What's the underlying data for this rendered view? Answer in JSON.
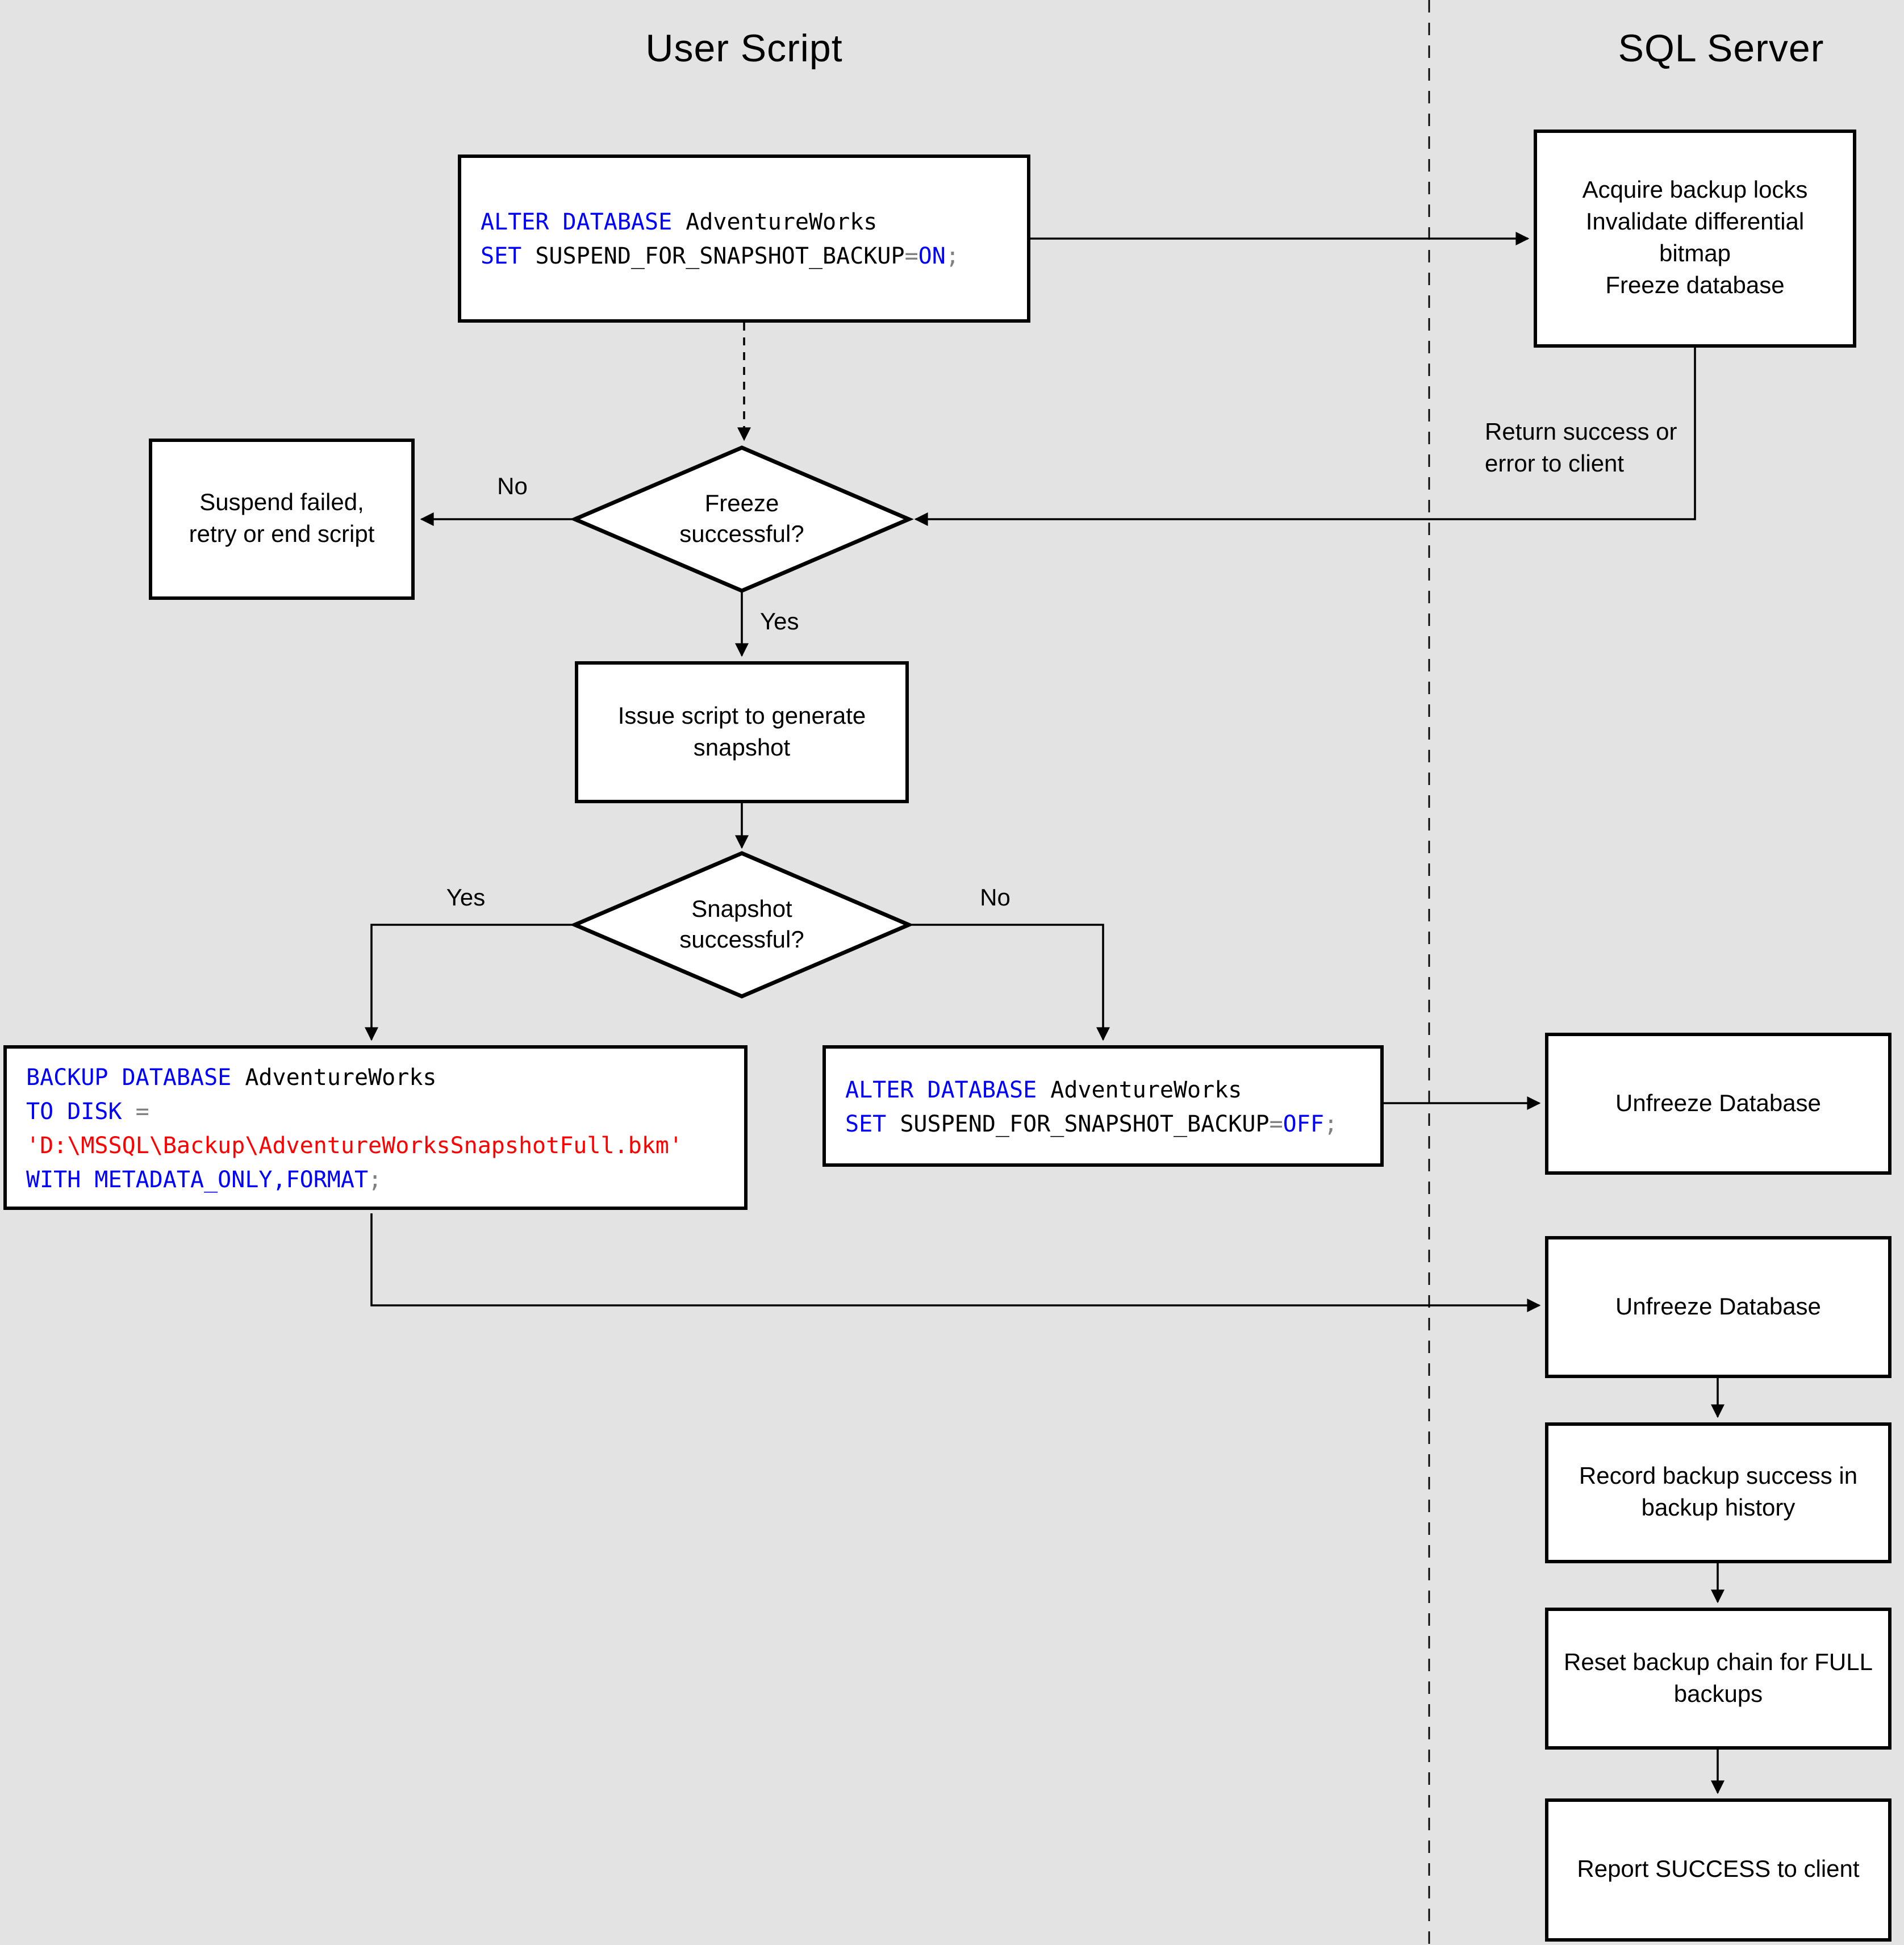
{
  "lanes": {
    "left_title": "User Script",
    "right_title": "SQL Server"
  },
  "colors": {
    "background": "#e3e3e3",
    "node_fill": "#ffffff",
    "line_and_border": "#000000",
    "text": "#000000",
    "code_keyword": "#0000ff",
    "code_plain": "#000000",
    "code_operator": "#808080",
    "code_string": "#ff0000"
  },
  "labels": {
    "freeze_no": "No",
    "freeze_yes": "Yes",
    "snapshot_yes": "Yes",
    "snapshot_no": "No",
    "server_note": "Return success or\nerror to client"
  },
  "nodes": {
    "alter_on": {
      "code": [
        [
          {
            "t": "ALTER DATABASE",
            "c": "kw"
          },
          {
            "t": " AdventureWorks",
            "c": "pl"
          }
        ],
        [
          {
            "t": "SET",
            "c": "kw"
          },
          {
            "t": " SUSPEND_FOR_SNAPSHOT_BACKUP",
            "c": "pl"
          },
          {
            "t": "=",
            "c": "op"
          },
          {
            "t": "ON",
            "c": "kw"
          },
          {
            "t": ";",
            "c": "op"
          }
        ]
      ]
    },
    "acquire": {
      "text": "Acquire backup locks\nInvalidate differential\nbitmap\nFreeze database"
    },
    "suspend_failed": {
      "text": "Suspend failed,\nretry or end script"
    },
    "freeze_q": {
      "text": "Freeze\nsuccessful?"
    },
    "issue": {
      "text": "Issue script to generate\nsnapshot"
    },
    "snapshot_q": {
      "text": "Snapshot\nsuccessful?"
    },
    "backup": {
      "code": [
        [
          {
            "t": "BACKUP DATABASE",
            "c": "kw"
          },
          {
            "t": " AdventureWorks",
            "c": "pl"
          }
        ],
        [
          {
            "t": "TO DISK",
            "c": "kw"
          },
          {
            "t": " =",
            "c": "op"
          }
        ],
        [
          {
            "t": "'D:\\MSSQL\\Backup\\AdventureWorksSnapshotFull.bkm'",
            "c": "st"
          }
        ],
        [
          {
            "t": "WITH METADATA_ONLY,FORMAT",
            "c": "kw"
          },
          {
            "t": ";",
            "c": "op"
          }
        ]
      ]
    },
    "alter_off": {
      "code": [
        [
          {
            "t": "ALTER DATABASE",
            "c": "kw"
          },
          {
            "t": " AdventureWorks",
            "c": "pl"
          }
        ],
        [
          {
            "t": "SET",
            "c": "kw"
          },
          {
            "t": " SUSPEND_FOR_SNAPSHOT_BACKUP",
            "c": "pl"
          },
          {
            "t": "=",
            "c": "op"
          },
          {
            "t": "OFF",
            "c": "kw"
          },
          {
            "t": ";",
            "c": "op"
          }
        ]
      ]
    },
    "unfreeze1": {
      "text": "Unfreeze Database"
    },
    "unfreeze2": {
      "text": "Unfreeze Database"
    },
    "record": {
      "text": "Record backup success in\nbackup history"
    },
    "reset": {
      "text": "Reset backup chain for FULL\nbackups"
    },
    "report": {
      "text": "Report SUCCESS to client"
    }
  }
}
